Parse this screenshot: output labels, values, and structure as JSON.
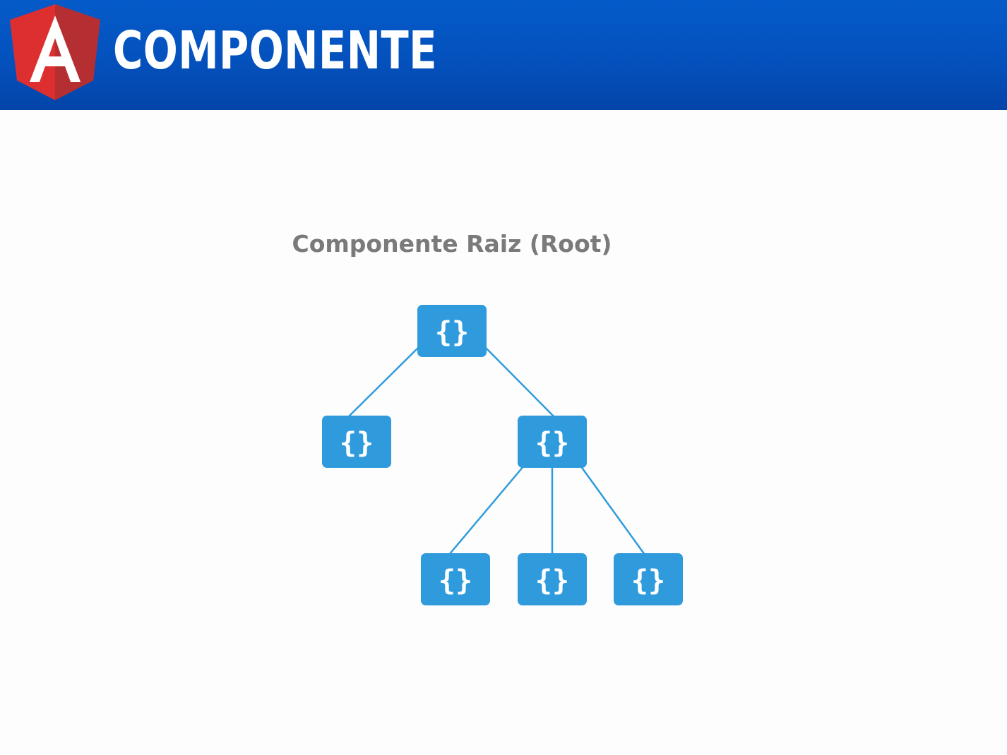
{
  "header": {
    "title": "COMPONENTE",
    "logo_icon": "angular-shield-logo",
    "background_color": "#0451bd",
    "logo_color": "#dd2f2f"
  },
  "diagram": {
    "title": "Componente Raiz (Root)",
    "node_color": "#2f9bdc",
    "edge_color": "#2f9bdc",
    "node_icon": "curly-braces-icon",
    "node_glyph": "{}",
    "nodes": [
      {
        "id": "root",
        "label": "{}"
      },
      {
        "id": "child-left",
        "label": "{}"
      },
      {
        "id": "child-right",
        "label": "{}"
      },
      {
        "id": "grandchild-1",
        "label": "{}"
      },
      {
        "id": "grandchild-2",
        "label": "{}"
      },
      {
        "id": "grandchild-3",
        "label": "{}"
      }
    ],
    "edges": [
      {
        "from": "root",
        "to": "child-left"
      },
      {
        "from": "root",
        "to": "child-right"
      },
      {
        "from": "child-right",
        "to": "grandchild-1"
      },
      {
        "from": "child-right",
        "to": "grandchild-2"
      },
      {
        "from": "child-right",
        "to": "grandchild-3"
      }
    ]
  }
}
